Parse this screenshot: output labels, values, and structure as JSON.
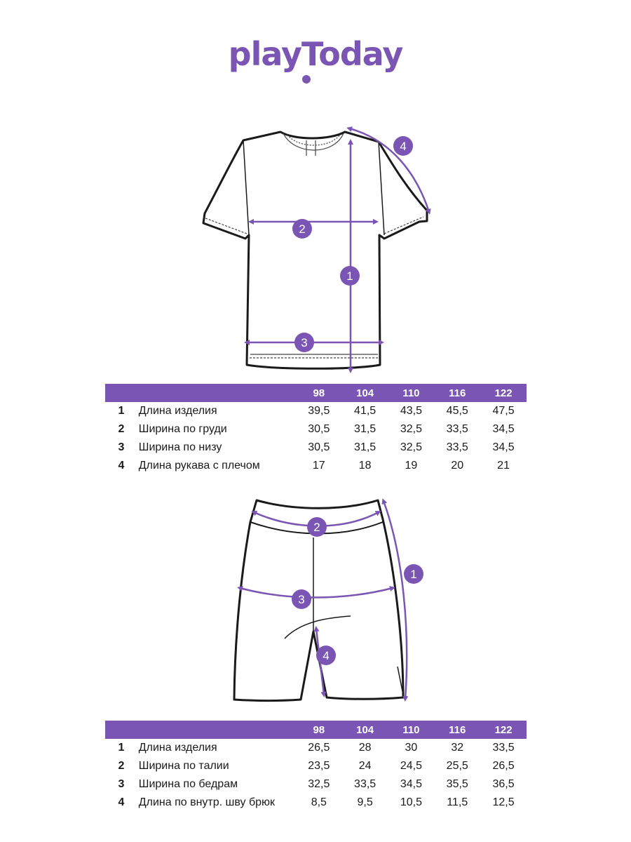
{
  "brand": {
    "logo": "playToday",
    "color": "#7a55b3"
  },
  "tshirt": {
    "markers": [
      "1",
      "2",
      "3",
      "4"
    ],
    "table": {
      "sizes": [
        "98",
        "104",
        "110",
        "116",
        "122"
      ],
      "rows": [
        {
          "num": "1",
          "label": "Длина изделия",
          "values": [
            "39,5",
            "41,5",
            "43,5",
            "45,5",
            "47,5"
          ]
        },
        {
          "num": "2",
          "label": "Ширина по груди",
          "values": [
            "30,5",
            "31,5",
            "32,5",
            "33,5",
            "34,5"
          ]
        },
        {
          "num": "3",
          "label": "Ширина по низу",
          "values": [
            "30,5",
            "31,5",
            "32,5",
            "33,5",
            "34,5"
          ]
        },
        {
          "num": "4",
          "label": "Длина рукава с плечом",
          "values": [
            "17",
            "18",
            "19",
            "20",
            "21"
          ]
        }
      ]
    }
  },
  "shorts": {
    "markers": [
      "1",
      "2",
      "3",
      "4"
    ],
    "table": {
      "sizes": [
        "98",
        "104",
        "110",
        "116",
        "122"
      ],
      "rows": [
        {
          "num": "1",
          "label": "Длина изделия",
          "values": [
            "26,5",
            "28",
            "30",
            "32",
            "33,5"
          ]
        },
        {
          "num": "2",
          "label": "Ширина по талии",
          "values": [
            "23,5",
            "24",
            "24,5",
            "25,5",
            "26,5"
          ]
        },
        {
          "num": "3",
          "label": "Ширина по бедрам",
          "values": [
            "32,5",
            "33,5",
            "34,5",
            "35,5",
            "36,5"
          ]
        },
        {
          "num": "4",
          "label": "Длина по внутр. шву брюк",
          "values": [
            "8,5",
            "9,5",
            "10,5",
            "11,5",
            "12,5"
          ]
        }
      ]
    }
  }
}
